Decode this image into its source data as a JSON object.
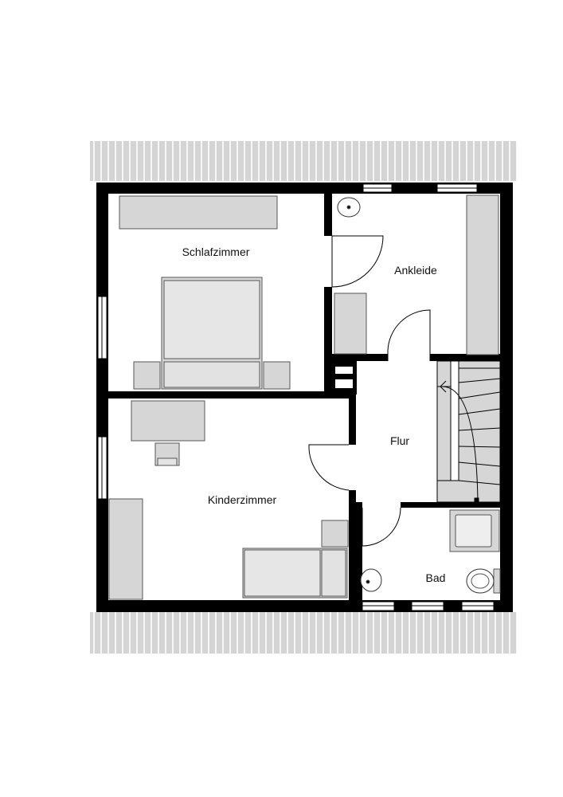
{
  "rooms": {
    "schlafzimmer": "Schlafzimmer",
    "ankleide": "Ankleide",
    "flur": "Flur",
    "kinderzimmer": "Kinderzimmer",
    "bad": "Bad"
  },
  "colors": {
    "wall": "#000000",
    "furniture_fill": "#d6d6d6",
    "furniture_stroke": "#555555",
    "roof_fill": "#d8d8d8",
    "floor": "#ffffff"
  }
}
